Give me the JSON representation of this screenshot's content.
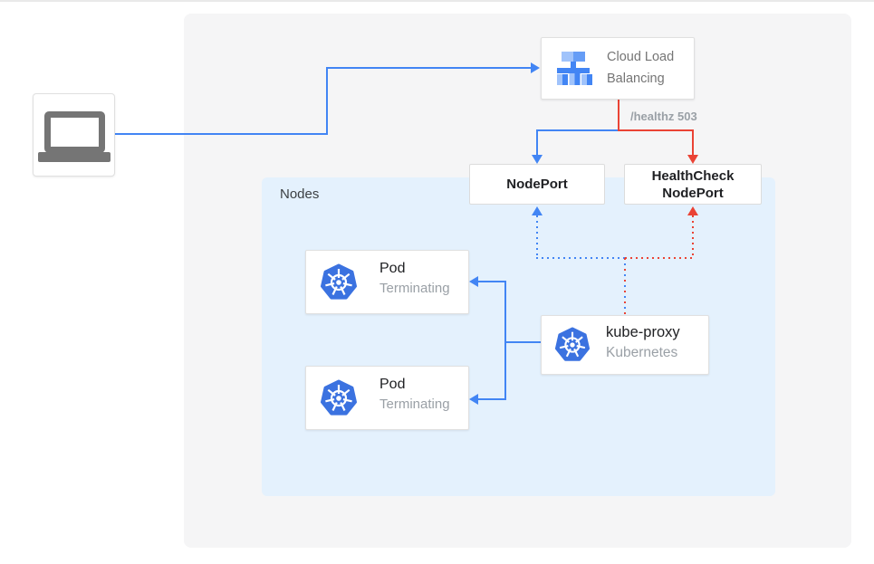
{
  "colors": {
    "blue": "#4285f4",
    "red": "#ea4335",
    "canvas_bg": "#f5f5f6",
    "nodes_panel_bg": "#e4f1fd",
    "kubernetes_blue": "#3b72e0"
  },
  "icons": {
    "client": "laptop-icon",
    "load_balancer": "load-balancer-icon",
    "pod": "kubernetes-icon",
    "kube_proxy": "kubernetes-icon"
  },
  "load_balancer": {
    "title": "Cloud Load Balancing"
  },
  "health_check_label": "/healthz 503",
  "nodeport": {
    "label": "NodePort"
  },
  "healthcheck_nodeport": {
    "line1": "HealthCheck",
    "line2": "NodePort"
  },
  "nodes": {
    "label": "Nodes"
  },
  "pods": [
    {
      "title": "Pod",
      "subtitle": "Terminating"
    },
    {
      "title": "Pod",
      "subtitle": "Terminating"
    }
  ],
  "kube_proxy": {
    "title": "kube-proxy",
    "subtitle": "Kubernetes"
  }
}
